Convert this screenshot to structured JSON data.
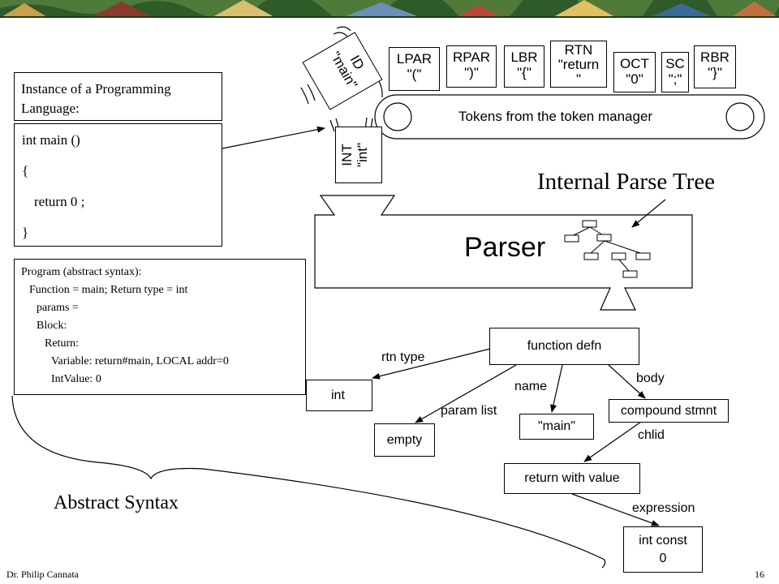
{
  "slide": {
    "footer_author": "Dr. Philip Cannata",
    "page_number": "16"
  },
  "instance_box": {
    "title": "Instance of a Programming Language:",
    "lines": [
      "int main ()",
      "{",
      "return 0 ;",
      "}"
    ]
  },
  "ast_box": {
    "lines": [
      "Program (abstract syntax):",
      "Function = main; Return type = int",
      "params =",
      "Block:",
      "Return:",
      "Variable: return#main, LOCAL addr=0",
      "IntValue: 0"
    ]
  },
  "tokens": [
    {
      "kind": "LPAR",
      "image": "\"(\""
    },
    {
      "kind": "RPAR",
      "image": "\")\""
    },
    {
      "kind": "LBR",
      "image": "\"{\""
    },
    {
      "kind": "RTN",
      "image": "\"return",
      "image2": "\""
    },
    {
      "kind": "OCT",
      "image": "\"0\""
    },
    {
      "kind": "SC",
      "image": "\";\""
    },
    {
      "kind": "RBR",
      "image": "\"}\""
    }
  ],
  "falling_tokens": [
    {
      "kind": "ID",
      "image": "\"main\""
    },
    {
      "kind": "INT",
      "image": "\"int\""
    }
  ],
  "conveyor_label": "Tokens from the token manager",
  "parser_label": "Parser",
  "parse_tree_label": "Internal Parse Tree",
  "abstract_syntax_label": "Abstract Syntax",
  "tree": {
    "nodes": {
      "function_defn": "function defn",
      "int": "int",
      "empty": "empty",
      "main": "\"main\"",
      "compound_stmnt": "compound stmnt",
      "return_with_value": "return with value",
      "int_const": "int const",
      "int_const_value": "0"
    },
    "edges": {
      "rtn_type": "rtn type",
      "param_list": "param list",
      "name": "name",
      "body": "body",
      "chlid": "chlid",
      "expression": "expression"
    }
  }
}
